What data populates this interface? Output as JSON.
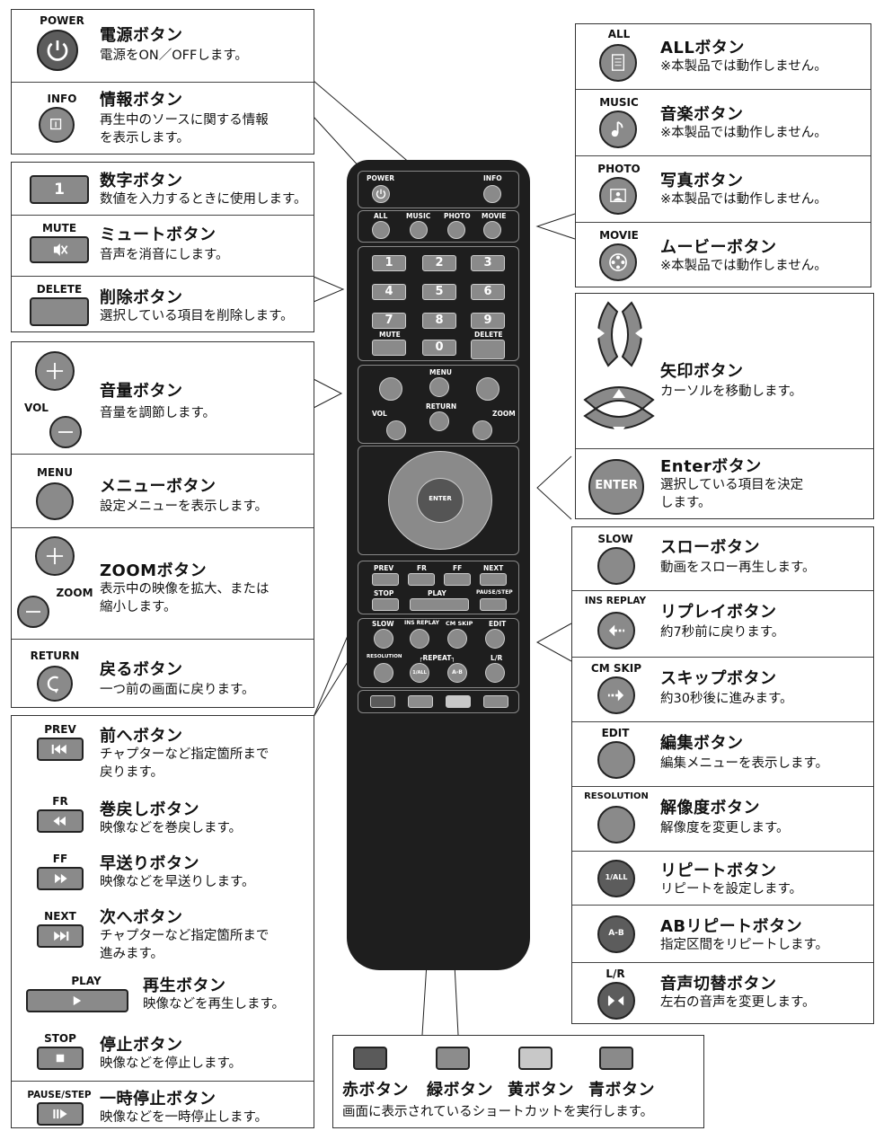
{
  "left": {
    "power": {
      "label": "POWER",
      "title": "電源ボタン",
      "desc": "電源をON／OFFします。"
    },
    "info": {
      "label": "INFO",
      "title": "情報ボタン",
      "desc1": "再生中のソースに関する情報",
      "desc2": "を表示します。"
    },
    "number": {
      "key": "1",
      "title": "数字ボタン",
      "desc": "数値を入力するときに使用します。"
    },
    "mute": {
      "label": "MUTE",
      "title": "ミュートボタン",
      "desc": "音声を消音にします。"
    },
    "delete": {
      "label": "DELETE",
      "title": "削除ボタン",
      "desc": "選択している項目を削除します。"
    },
    "volume": {
      "label": "VOL",
      "title": "音量ボタン",
      "desc": "音量を調節します。"
    },
    "menu": {
      "label": "MENU",
      "title": "メニューボタン",
      "desc": "設定メニューを表示します。"
    },
    "zoom": {
      "label": "ZOOM",
      "title": "ZOOMボタン",
      "desc1": "表示中の映像を拡大、または",
      "desc2": "縮小します。"
    },
    "return": {
      "label": "RETURN",
      "title": "戻るボタン",
      "desc": "一つ前の画面に戻ります。"
    },
    "prev": {
      "label": "PREV",
      "title": "前へボタン",
      "desc1": "チャプターなど指定箇所まで",
      "desc2": "戻ります。"
    },
    "fr": {
      "label": "FR",
      "title": "巻戻しボタン",
      "desc": "映像などを巻戻します。"
    },
    "ff": {
      "label": "FF",
      "title": "早送りボタン",
      "desc": "映像などを早送りします。"
    },
    "next": {
      "label": "NEXT",
      "title": "次へボタン",
      "desc1": "チャプターなど指定箇所まで",
      "desc2": "進みます。"
    },
    "play": {
      "label": "PLAY",
      "title": "再生ボタン",
      "desc": "映像などを再生します。"
    },
    "stop": {
      "label": "STOP",
      "title": "停止ボタン",
      "desc": "映像などを停止します。"
    },
    "pause": {
      "label": "PAUSE/STEP",
      "title": "一時停止ボタン",
      "desc": "映像などを一時停止します。"
    }
  },
  "right": {
    "all": {
      "label": "ALL",
      "title": "ALLボタン",
      "desc": "※本製品では動作しません。"
    },
    "music": {
      "label": "MUSIC",
      "title": "音楽ボタン",
      "desc": "※本製品では動作しません。"
    },
    "photo": {
      "label": "PHOTO",
      "title": "写真ボタン",
      "desc": "※本製品では動作しません。"
    },
    "movie": {
      "label": "MOVIE",
      "title": "ムービーボタン",
      "desc": "※本製品では動作しません。"
    },
    "arrow": {
      "title": "矢印ボタン",
      "desc": "カーソルを移動します。"
    },
    "enter": {
      "key": "ENTER",
      "title": "Enterボタン",
      "desc1": "選択している項目を決定",
      "desc2": "します。"
    },
    "slow": {
      "label": "SLOW",
      "title": "スローボタン",
      "desc": "動画をスロー再生します。"
    },
    "insreplay": {
      "label": "INS REPLAY",
      "title": "リプレイボタン",
      "desc": "約7秒前に戻ります。"
    },
    "cmskip": {
      "label": "CM SKIP",
      "title": "スキップボタン",
      "desc": "約30秒後に進みます。"
    },
    "edit": {
      "label": "EDIT",
      "title": "編集ボタン",
      "desc": "編集メニューを表示します。"
    },
    "resolution": {
      "label": "RESOLUTION",
      "title": "解像度ボタン",
      "desc": "解像度を変更します。"
    },
    "repeat": {
      "key": "1/ALL",
      "title": "リピートボタン",
      "desc": "リピートを設定します。"
    },
    "abrepeat": {
      "key": "A-B",
      "title": "ABリピートボタン",
      "desc": "指定区間をリピートします。"
    },
    "lr": {
      "label": "L/R",
      "title": "音声切替ボタン",
      "desc": "左右の音声を変更します。"
    }
  },
  "bottom": {
    "red": "赤ボタン",
    "green": "緑ボタン",
    "yellow": "黄ボタン",
    "blue": "青ボタン",
    "desc": "画面に表示されているショートカットを実行します。"
  },
  "remote": {
    "power": "POWER",
    "info": "INFO",
    "all": "ALL",
    "music": "MUSIC",
    "photo": "PHOTO",
    "movie": "MOVIE",
    "keys": [
      "1",
      "2",
      "3",
      "4",
      "5",
      "6",
      "7",
      "8",
      "9",
      "0"
    ],
    "mute": "MUTE",
    "delete": "DELETE",
    "menu": "MENU",
    "return": "RETURN",
    "vol": "VOL",
    "zoom": "ZOOM",
    "enter": "ENTER",
    "prev": "PREV",
    "fr": "FR",
    "ff": "FF",
    "next": "NEXT",
    "stop": "STOP",
    "play": "PLAY",
    "pause": "PAUSE/STEP",
    "slow": "SLOW",
    "insreplay": "INS REPLAY",
    "cmskip": "CM SKIP",
    "edit": "EDIT",
    "resolution": "RESOLUTION",
    "repeat": "┌REPEAT┐",
    "repeat_key": "1/ALL",
    "ab": "A-B",
    "lr": "L/R"
  },
  "colors": {
    "red": "#5a5a5a",
    "green": "#8c8c8c",
    "yellow": "#c8c8c8",
    "blue": "#8a8a8a",
    "remote": "#1e1e1e",
    "button": "#8a8a8a"
  }
}
